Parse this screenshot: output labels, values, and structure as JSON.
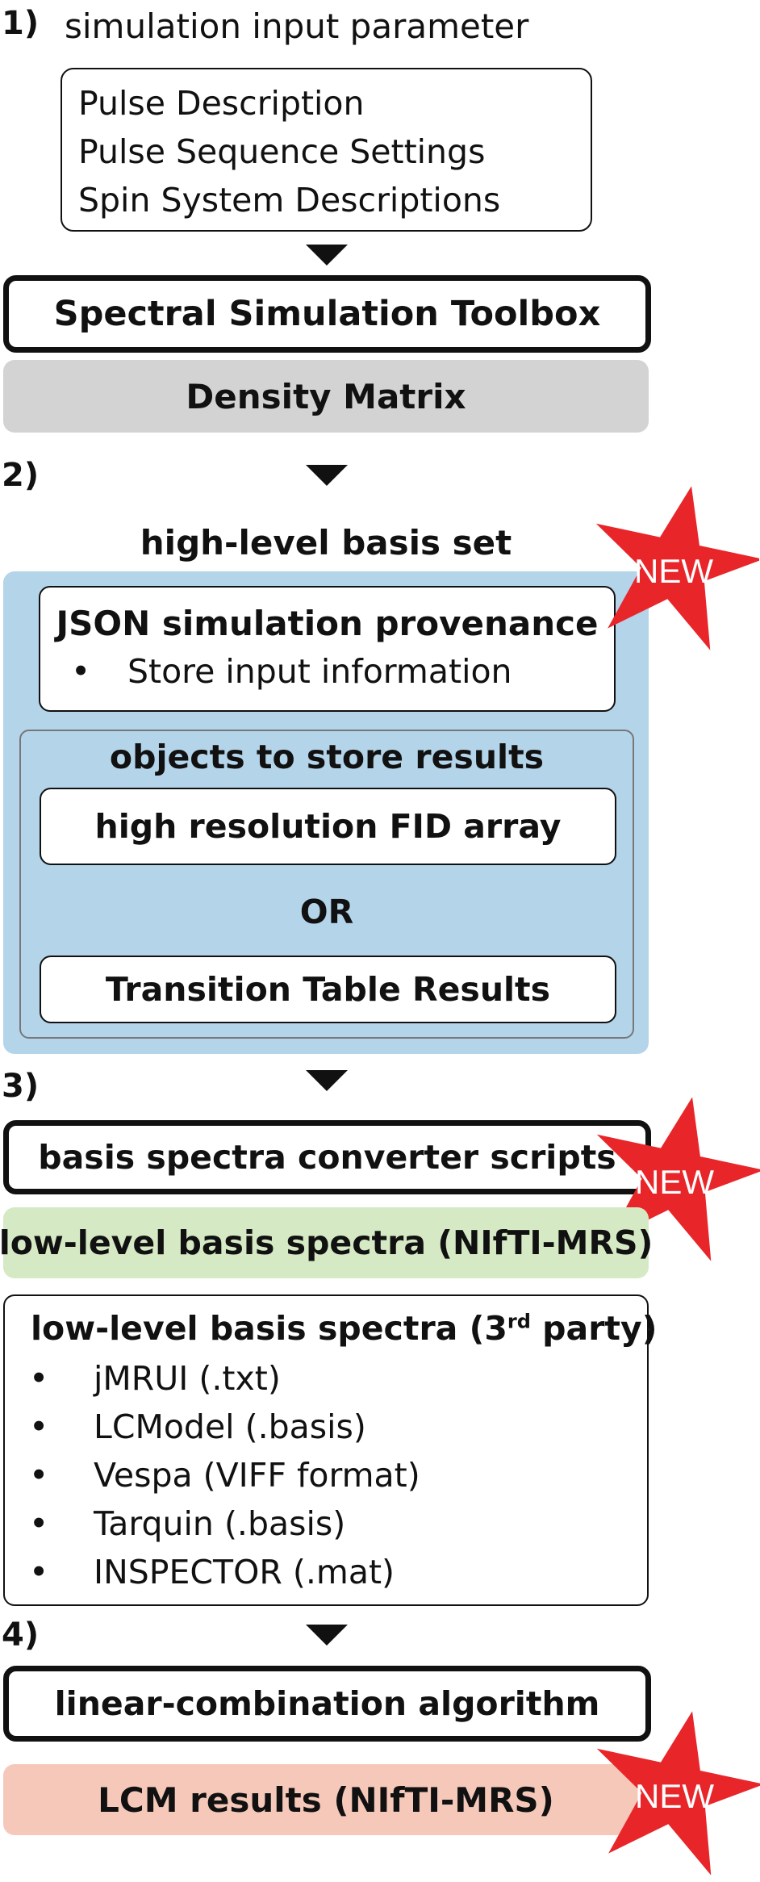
{
  "colors": {
    "density_matrix_bg": "#d3d3d3",
    "high_level_bg": "#b4d4ea",
    "objects_bg": "#b4d4ea",
    "low_level_nifti_bg": "#d5eac4",
    "lcm_results_bg": "#f6c8b9",
    "new_star": "#e8262a"
  },
  "step1": {
    "number": "1)",
    "title": "simulation input parameter",
    "params": [
      "Pulse Description",
      "Pulse Sequence Settings",
      "Spin System Descriptions"
    ],
    "toolbox": "Spectral Simulation Toolbox",
    "density_matrix": "Density Matrix"
  },
  "step2": {
    "number": "2)",
    "title": "high-level basis set",
    "new_badge": "NEW",
    "json_title": "JSON simulation provenance",
    "json_bullet": "Store input information",
    "bullet_char": "•",
    "objects_title": "objects to store results",
    "fid": "high resolution FID array",
    "or": "OR",
    "transition": "Transition Table Results"
  },
  "step3": {
    "number": "3)",
    "converter": "basis spectra converter scripts",
    "new_badge": "NEW",
    "nifti": "low-level basis spectra (NIfTI-MRS)",
    "third_party_prefix": "low-level basis spectra (3",
    "third_party_sup": "rd",
    "third_party_suffix": " party)",
    "bullet_char": "•",
    "formats": [
      "jMRUI (.txt)",
      "LCModel (.basis)",
      "Vespa (VIFF format)",
      "Tarquin (.basis)",
      "INSPECTOR (.mat)"
    ]
  },
  "step4": {
    "number": "4)",
    "algorithm": "linear-combination algorithm",
    "results": "LCM results (NIfTI-MRS)",
    "new_badge": "NEW"
  }
}
